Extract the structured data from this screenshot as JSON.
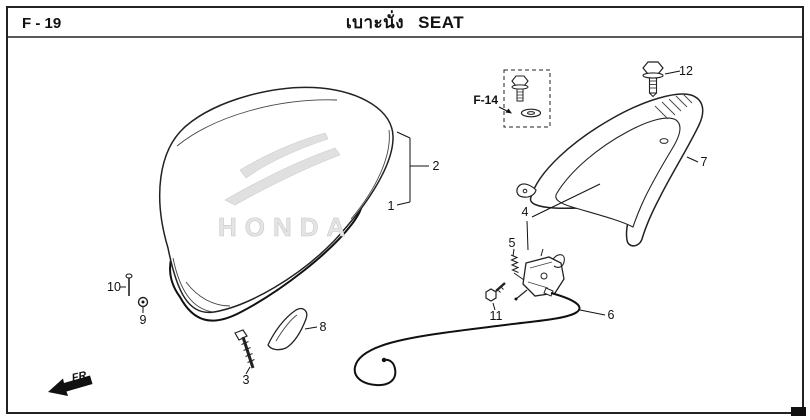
{
  "header": {
    "page_ref": "F - 19",
    "title_thai": "เบาะนั่ง",
    "title_en": "SEAT"
  },
  "watermark": "HONDA",
  "refs": {
    "f14": "F-14",
    "front": "FR."
  },
  "callouts": [
    {
      "num": "1"
    },
    {
      "num": "2"
    },
    {
      "num": "3"
    },
    {
      "num": "4"
    },
    {
      "num": "5"
    },
    {
      "num": "6"
    },
    {
      "num": "7"
    },
    {
      "num": "8"
    },
    {
      "num": "9"
    },
    {
      "num": "10"
    },
    {
      "num": "11"
    },
    {
      "num": "12"
    }
  ]
}
